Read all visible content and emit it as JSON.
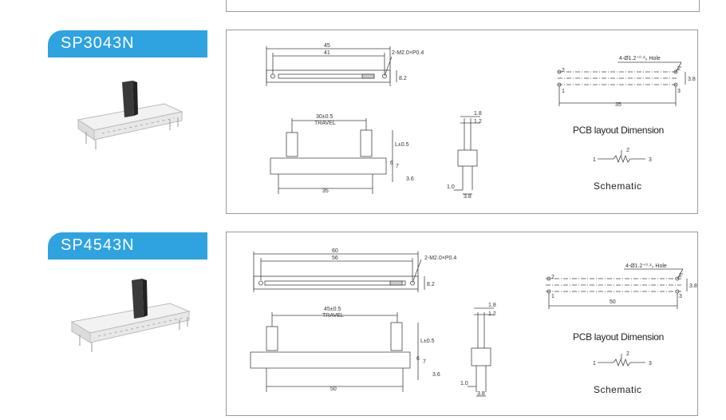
{
  "items": [
    {
      "model": "SP3043N",
      "top_view": {
        "overall_length": "45",
        "mount_spacing": "41",
        "mount_note": "2-M2.0×P0.4",
        "height": "8.2"
      },
      "front_view": {
        "travel_dim": "30±0.5",
        "travel_label": "TRAVEL",
        "lever_dim": "L±0.5",
        "dim_6": "6",
        "dim_7": "7",
        "pin_dim": "3.6",
        "pin_spacing": "35"
      },
      "side_view": {
        "dim_top": "1.8",
        "dim_mid": "1.2",
        "dim_left": "1.0",
        "dim_bottom": "3.8"
      },
      "pcb": {
        "hole_note": "4-Ø1.2⁺⁰·²₀ Hole",
        "pin_1": "1",
        "pin_2": "2",
        "pin_3": "3",
        "pin_2p": "2'",
        "pin_3p": "3",
        "height": "3.8",
        "spacing": "35",
        "title": "PCB layout Dimension"
      },
      "schematic": {
        "pin_1": "1",
        "pin_2": "2",
        "pin_3": "3",
        "title": "Schematic"
      }
    },
    {
      "model": "SP4543N",
      "top_view": {
        "overall_length": "60",
        "mount_spacing": "56",
        "mount_note": "2-M2.0×P0.4",
        "height": "8.2"
      },
      "front_view": {
        "travel_dim": "45±0.5",
        "travel_label": "TRAVEL",
        "lever_dim": "L±0.5",
        "dim_6": "6",
        "dim_7": "7",
        "pin_dim": "3.6",
        "pin_spacing": "50"
      },
      "side_view": {
        "dim_top": "1.8",
        "dim_mid": "1.2",
        "dim_left": "1.0",
        "dim_bottom": "3.8"
      },
      "pcb": {
        "hole_note": "4-Ø1.2⁺⁰·²₀ Hole",
        "pin_1": "1",
        "pin_2": "2",
        "pin_3": "3",
        "pin_2p": "2'",
        "pin_3p": "3",
        "height": "3.8",
        "spacing": "50",
        "title": "PCB layout Dimension"
      },
      "schematic": {
        "pin_1": "1",
        "pin_2": "2",
        "pin_3": "3",
        "title": "Schematic"
      }
    }
  ]
}
